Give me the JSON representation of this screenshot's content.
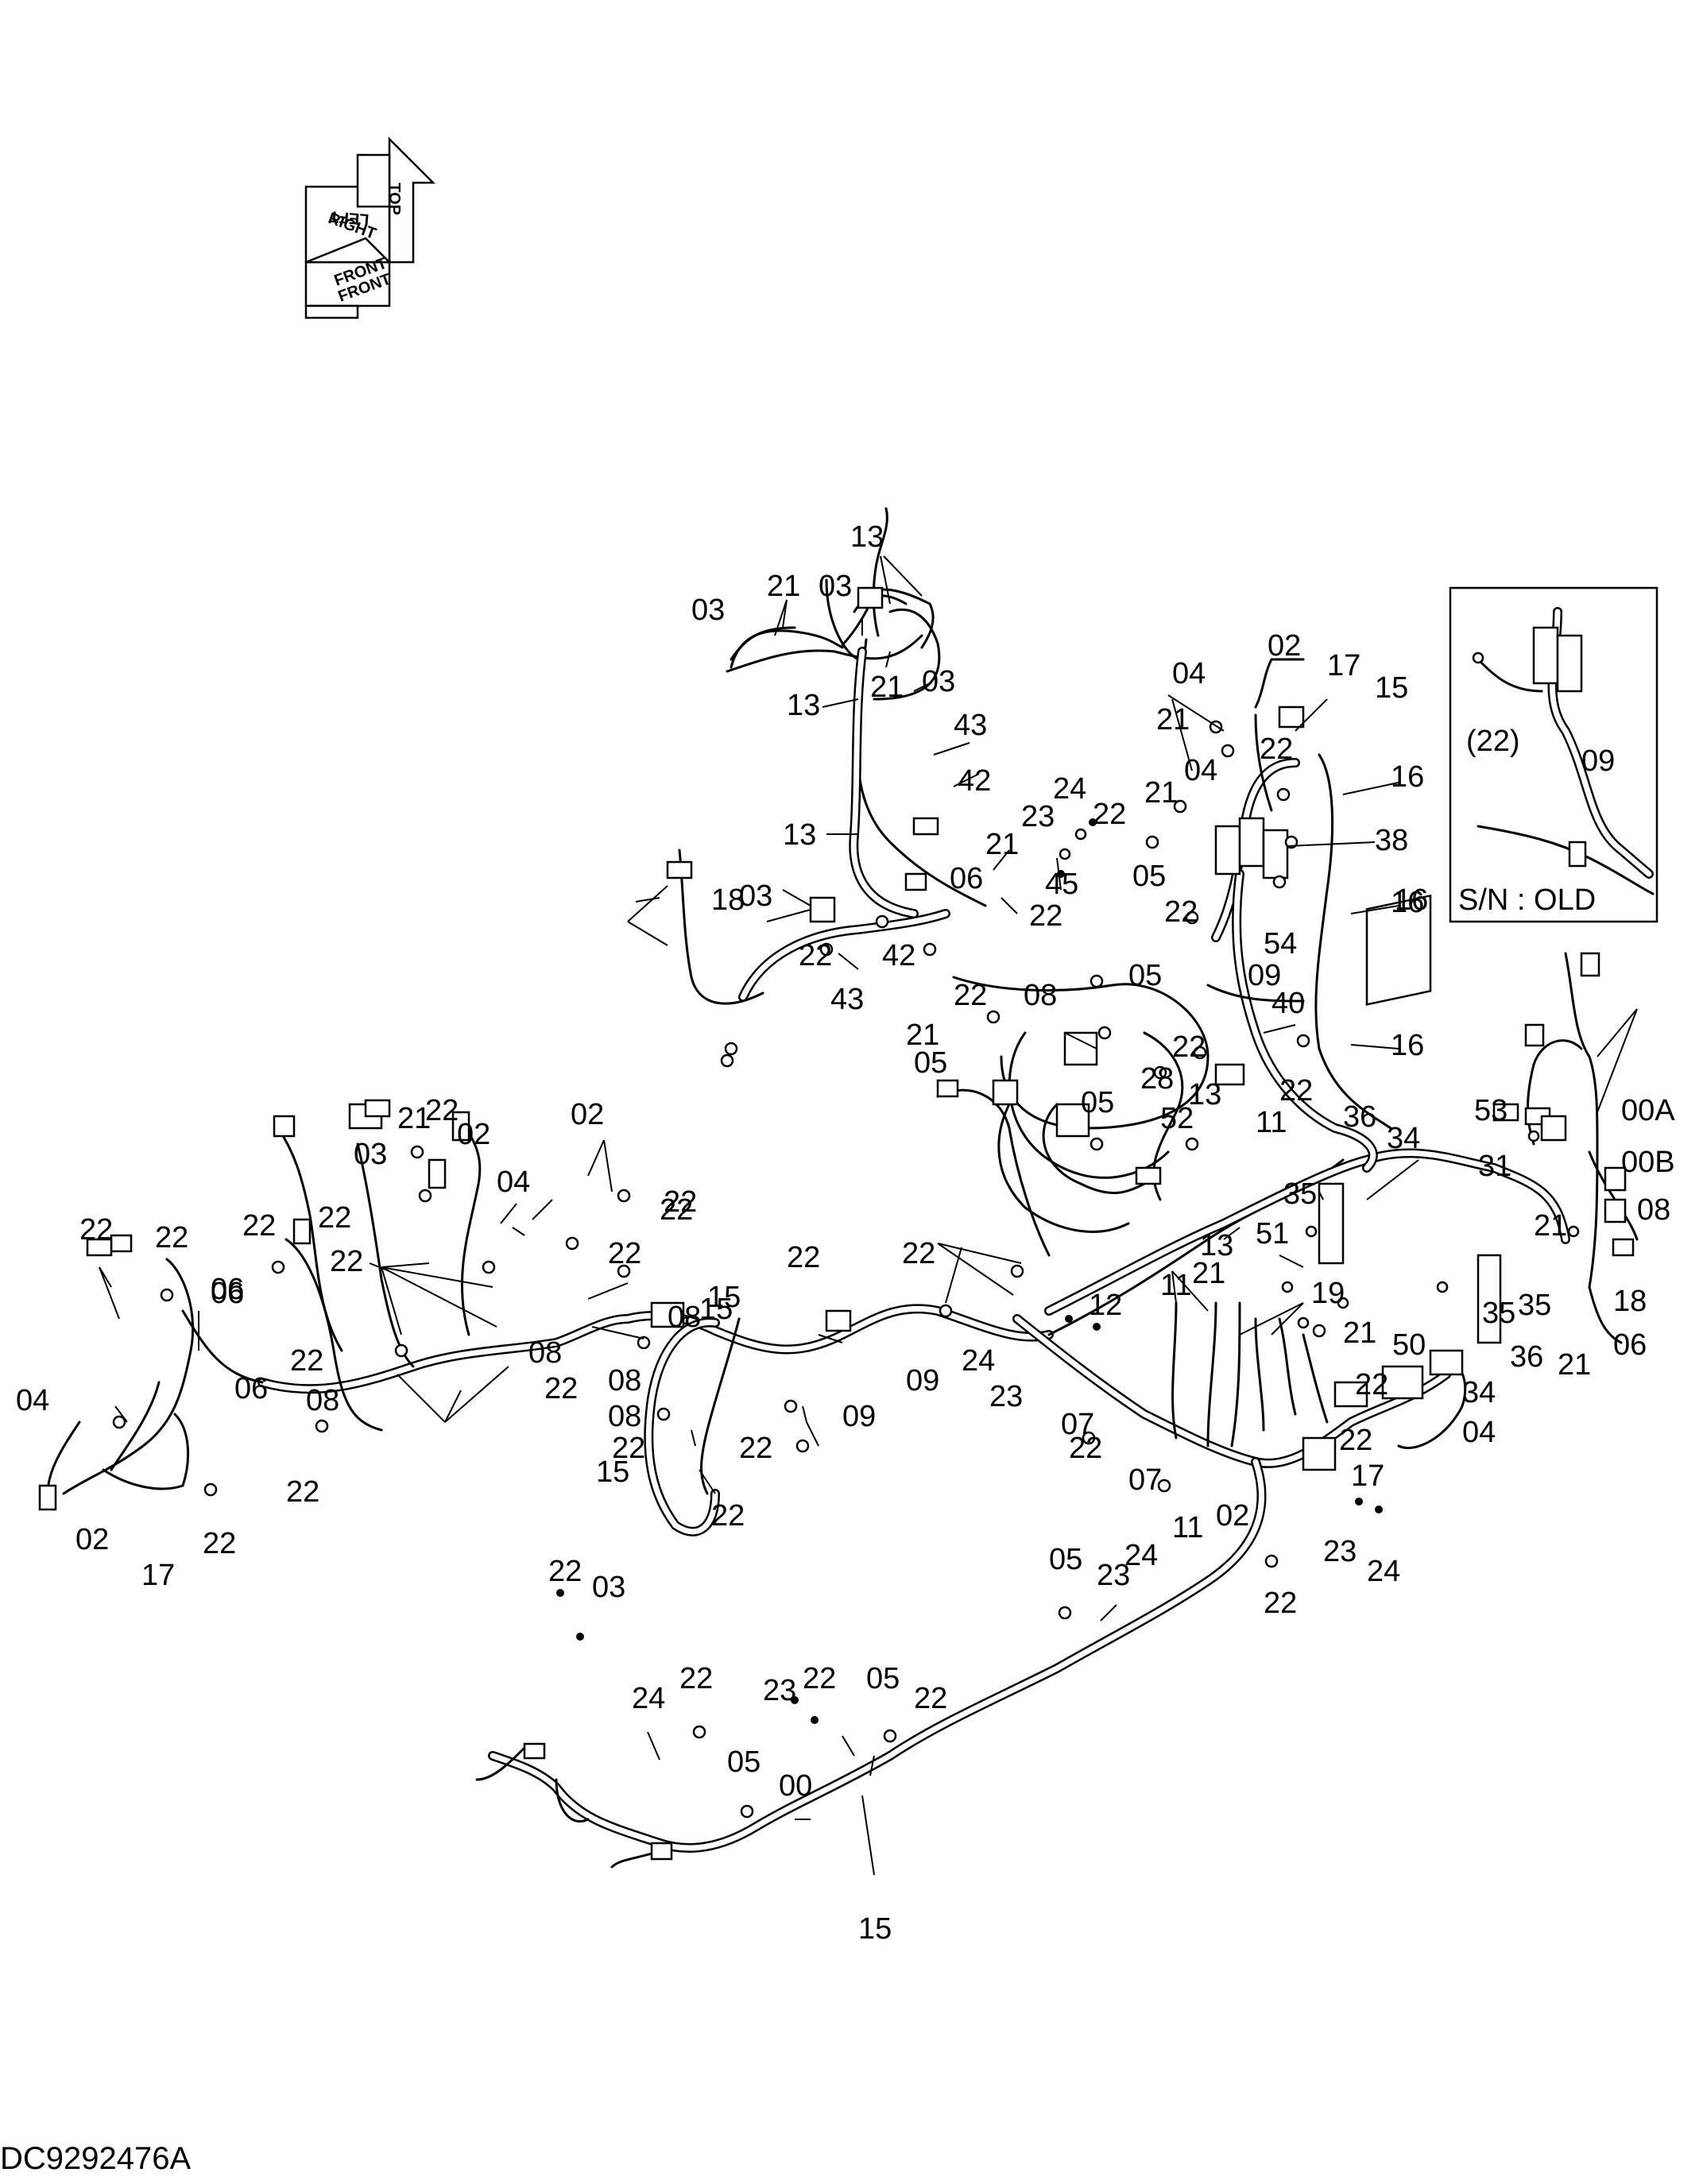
{
  "drawing_id": "DC9292476A",
  "orientation_indicator": {
    "labels": [
      "LEFT",
      "TOP",
      "RIGHT",
      "FRONT",
      "FRONT"
    ]
  },
  "inset": {
    "serial_note": "S/N : OLD",
    "labels": [
      "(22)",
      "09"
    ]
  },
  "part_labels": [
    "13",
    "21",
    "03",
    "03",
    "21",
    "03",
    "13",
    "43",
    "42",
    "13",
    "02",
    "04",
    "17",
    "15",
    "21",
    "04",
    "22",
    "16",
    "21",
    "22",
    "38",
    "23",
    "24",
    "21",
    "16",
    "18",
    "06",
    "45",
    "05",
    "22",
    "22",
    "16",
    "03",
    "54",
    "09",
    "22",
    "42",
    "40",
    "16",
    "43",
    "21",
    "22",
    "08",
    "05",
    "05",
    "22",
    "22",
    "28",
    "13",
    "52",
    "05",
    "11",
    "36",
    "34",
    "35",
    "35",
    "51",
    "13",
    "00A",
    "53",
    "00B",
    "31",
    "21",
    "08",
    "21",
    "02",
    "03",
    "22",
    "02",
    "22",
    "04",
    "22",
    "22",
    "22",
    "06",
    "22",
    "22",
    "08",
    "15",
    "08",
    "22",
    "08",
    "08",
    "22",
    "15",
    "22",
    "22",
    "09",
    "09",
    "22",
    "24",
    "12",
    "23",
    "11",
    "21",
    "19",
    "21",
    "50",
    "34",
    "35",
    "18",
    "06",
    "36",
    "21",
    "07",
    "22",
    "07",
    "22",
    "17",
    "04",
    "11",
    "02",
    "22",
    "06",
    "06",
    "04",
    "22",
    "02",
    "17",
    "22",
    "22",
    "24",
    "23",
    "22",
    "05",
    "23",
    "24",
    "22",
    "03",
    "22",
    "24",
    "23",
    "22",
    "05",
    "22",
    "05",
    "00",
    "15",
    "15",
    "22",
    "08",
    "22",
    "22"
  ]
}
